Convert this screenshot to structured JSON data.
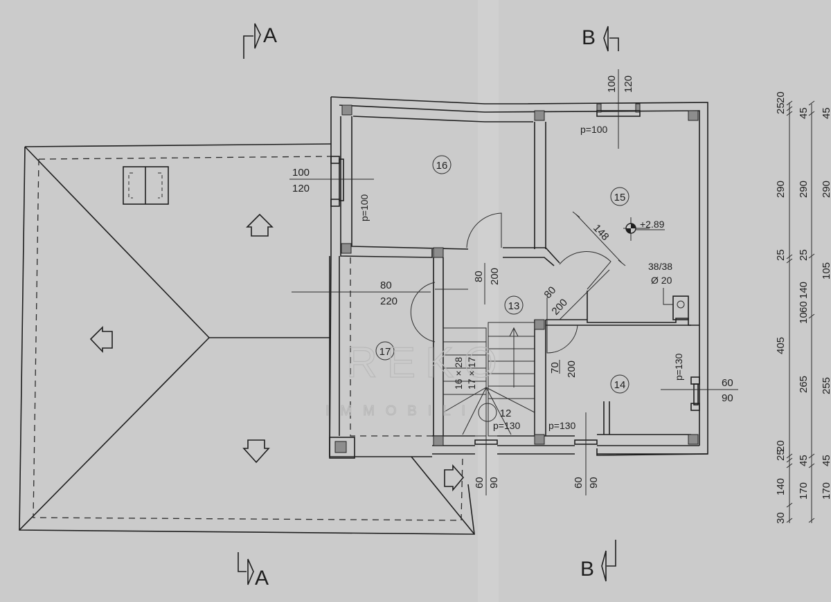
{
  "drawing": {
    "type": "attic floor plan",
    "watermark": {
      "main": "REKO",
      "sub": "IMMOBILI"
    },
    "section_markers": [
      {
        "id": "A-top",
        "label": "A"
      },
      {
        "id": "A-bottom",
        "label": "A"
      },
      {
        "id": "B-top",
        "label": "B"
      },
      {
        "id": "B-bottom",
        "label": "B"
      }
    ],
    "rooms": [
      {
        "number": "12"
      },
      {
        "number": "13"
      },
      {
        "number": "14"
      },
      {
        "number": "15"
      },
      {
        "number": "16"
      },
      {
        "number": "17"
      }
    ],
    "annotations": {
      "room16_window": {
        "width": "100",
        "height": "120",
        "sill": "p=100"
      },
      "room15_window": {
        "width": "100",
        "height": "120",
        "sill": "p=100"
      },
      "room15_level": "+2.89",
      "room15_diag": "148",
      "chimney": {
        "size": "38/38",
        "diameter": "Ø 20"
      },
      "door16": {
        "width": "80",
        "height": "200"
      },
      "door15": {
        "width": "80",
        "height": "200"
      },
      "door17": {
        "width": "80",
        "height": "220"
      },
      "door14": {
        "width": "70",
        "height": "200"
      },
      "stairs": {
        "a": "16 × 28",
        "b": "17 × 17"
      },
      "room12_sill": "p=130",
      "room14_sill_bottom": "p=130",
      "room14_sill_right": "p=130",
      "room14_window": {
        "width": "60",
        "height": "90"
      },
      "bottom_window_left": {
        "width": "60",
        "height": "90"
      },
      "bottom_window_right": {
        "width": "60",
        "height": "90"
      }
    },
    "dimension_chains": [
      {
        "name": "outer",
        "values": [
          "25",
          "20",
          "290",
          "25",
          "405",
          "25",
          "20",
          "140",
          "30"
        ]
      },
      {
        "name": "middle",
        "values": [
          "45",
          "290",
          "25",
          "140",
          "10",
          "60",
          "265",
          "45",
          "170"
        ]
      },
      {
        "name": "inner",
        "values": [
          "45",
          "290",
          "105",
          "255",
          "45",
          "170"
        ]
      }
    ]
  }
}
